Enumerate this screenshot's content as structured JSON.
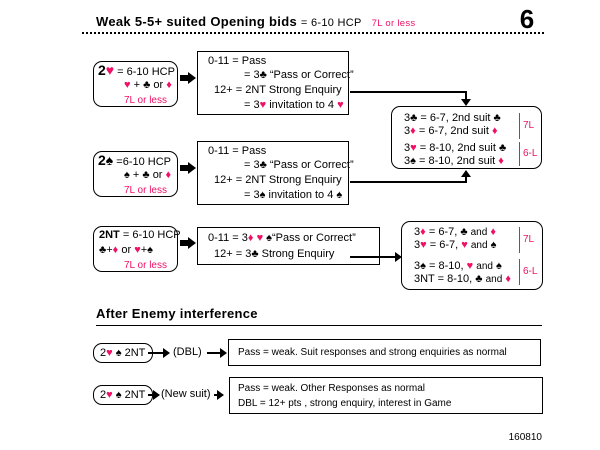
{
  "header": {
    "title": "Weak 5-5+ suited Opening bids",
    "subtitle": "= 6-10 HCP",
    "tag": "7L or less",
    "page_number": "6"
  },
  "suits": {
    "club": "♣",
    "diamond": "♦",
    "heart": "♥",
    "spade": "♠"
  },
  "colors": {
    "red_suit": "#ee1166",
    "text": "#000000",
    "background": "#ffffff"
  },
  "openings": [
    {
      "bid_level": "2",
      "hcp": "= 6-10 HCP",
      "suits_line": {
        "a": "+",
        "or": "or"
      },
      "tag": "7L or less",
      "responses": [
        {
          "range": "0-11",
          "eq": "=",
          "bid": "Pass"
        },
        {
          "eq": "= 3",
          "bid": "“Pass or Correct”"
        },
        {
          "range": "12+",
          "eq": "=",
          "bid": "2NT  Strong Enquiry"
        },
        {
          "eq": "= 3",
          "bid": "invitation to 4"
        }
      ]
    },
    {
      "bid_level": "2",
      "hcp": "=6-10 HCP",
      "suits_line": {
        "a": "+",
        "or": "or"
      },
      "tag": "7L or less",
      "responses": [
        {
          "range": "0-11",
          "eq": "=",
          "bid": "Pass"
        },
        {
          "eq": "= 3",
          "bid": "“Pass or Correct”"
        },
        {
          "range": "12+",
          "eq": "=",
          "bid": "2NT  Strong Enquiry"
        },
        {
          "eq": "= 3",
          "bid": "invitation to 4"
        }
      ]
    },
    {
      "bid_level": "2NT",
      "hcp": "= 6-10 HCP",
      "suits_line": {
        "a": "+",
        "or": "or",
        "b": "+"
      },
      "tag": "7L or less",
      "responses": [
        {
          "range": "0-11",
          "eq": "= 3",
          "bid": "“Pass or Correct”"
        },
        {
          "range": "12+",
          "eq": "= 3",
          "bid": "Strong Enquiry"
        }
      ]
    }
  ],
  "enquiry_suit": {
    "rows": [
      {
        "bid": "3",
        "eq": "=",
        "range": "6-7,",
        "text": "2nd suit"
      },
      {
        "bid": "3",
        "eq": "=",
        "range": "6-7,",
        "text": "2nd suit"
      },
      {
        "bid": "3",
        "eq": "=",
        "range": "8-10,",
        "text": "2nd suit"
      },
      {
        "bid": "3",
        "eq": "=",
        "range": "8-10,",
        "text": "2nd suit"
      }
    ],
    "label_top": "7L",
    "label_bottom": "6-L"
  },
  "enquiry_nt": {
    "rows": [
      {
        "bid": "3",
        "eq": "=",
        "range": "6-7,",
        "text": "and"
      },
      {
        "bid": "3",
        "eq": "=",
        "range": "6-7,",
        "text": "and"
      },
      {
        "bid": "3",
        "eq": "=",
        "range": "8-10,",
        "text": "and"
      },
      {
        "bid": "3NT",
        "eq": "=",
        "range": "8-10,",
        "text": "and"
      }
    ],
    "label_top": "7L",
    "label_bottom": "6-L"
  },
  "interference": {
    "section_title": "After Enemy interference",
    "rows": [
      {
        "opening": "2",
        "opening_nt": "2NT",
        "action": "(DBL)",
        "responses": [
          "Pass  =  weak.      Suit responses and strong enquiries as normal"
        ]
      },
      {
        "opening": "2",
        "opening_nt": "2NT",
        "action": "(New suit)",
        "responses": [
          "Pass =  weak.       Other Responses as normal",
          "DBL = 12+ pts , strong enquiry, interest in Game"
        ]
      }
    ]
  },
  "footer": {
    "code": "160810"
  }
}
